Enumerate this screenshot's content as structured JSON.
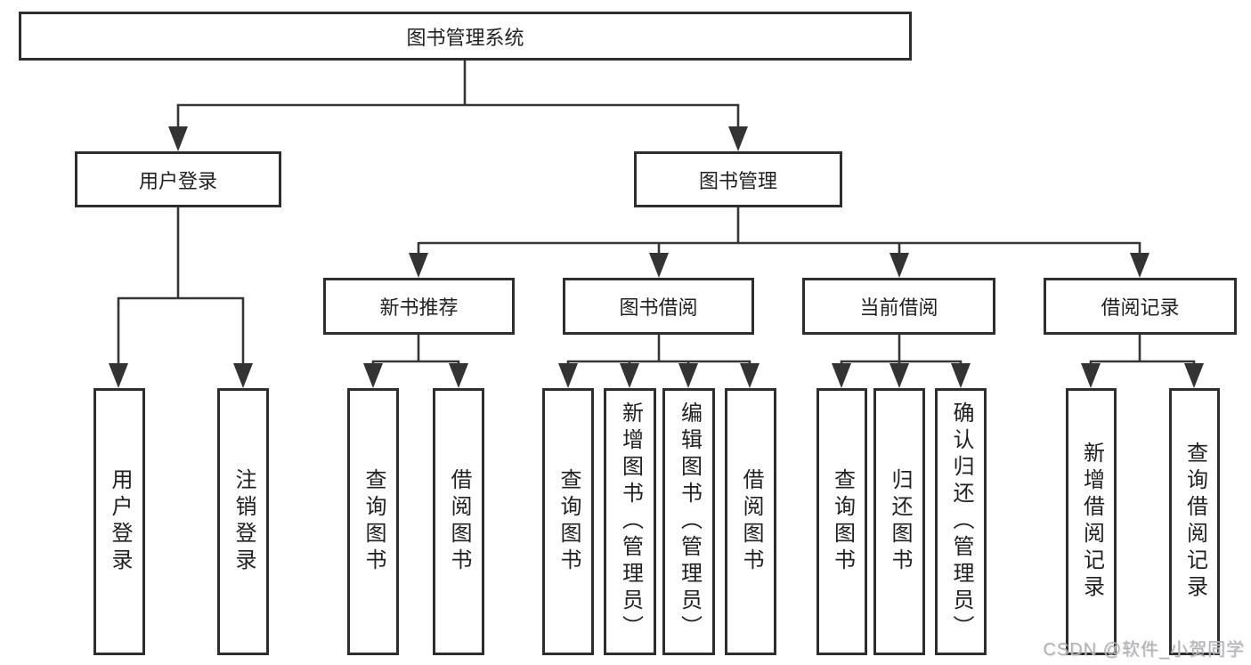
{
  "tree": {
    "root": {
      "label": "图书管理系统"
    },
    "branches": [
      {
        "label": "用户登录",
        "children": [
          {
            "label": "用户登录"
          },
          {
            "label": "注销登录"
          }
        ]
      },
      {
        "label": "图书管理",
        "children": [
          {
            "label": "新书推荐",
            "children": [
              {
                "label": "查询图书"
              },
              {
                "label": "借阅图书"
              }
            ]
          },
          {
            "label": "图书借阅",
            "children": [
              {
                "label": "查询图书"
              },
              {
                "label": "新增图书（管理员）"
              },
              {
                "label": "编辑图书（管理员）"
              },
              {
                "label": "借阅图书"
              }
            ]
          },
          {
            "label": "当前借阅",
            "children": [
              {
                "label": "查询图书"
              },
              {
                "label": "归还图书"
              },
              {
                "label": "确认归还（管理员）"
              }
            ]
          },
          {
            "label": "借阅记录",
            "children": [
              {
                "label": "新增借阅记录"
              },
              {
                "label": "查询借阅记录"
              }
            ]
          }
        ]
      }
    ]
  },
  "watermark": "CSDN @软件_小贺同学",
  "colors": {
    "border": "#2e2e2e",
    "line": "#363636",
    "text": "#212121",
    "background": "#ffffff",
    "watermark": "#b3b3b3"
  }
}
